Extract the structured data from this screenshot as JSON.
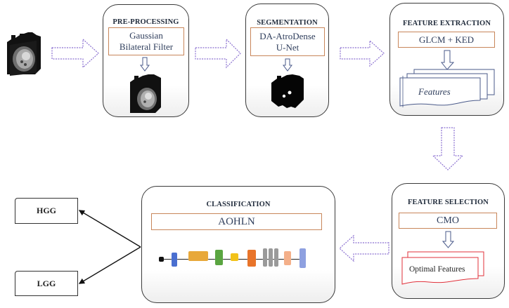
{
  "input": {
    "icon": "mri-volume-stack"
  },
  "stages": {
    "preprocessing": {
      "title": "PRE-PROCESSING",
      "method_line1": "Gaussian",
      "method_line2": "Bilateral Filter",
      "output_icon": "mri-volume-stack"
    },
    "segmentation": {
      "title": "SEGMENTATION",
      "method_line1": "DA-AtroDense",
      "method_line2": "U-Net",
      "output_icon": "segmented-mask-volume"
    },
    "feature_extraction": {
      "title": "FEATURE EXTRACTION",
      "method": "GLCM + KED",
      "output": "Features"
    },
    "feature_selection": {
      "title": "FEATURE SELECTION",
      "method": "CMO",
      "output": "Optimal Features"
    },
    "classification": {
      "title": "CLASSIFICATION",
      "method": "AOHLN",
      "network_layers": [
        {
          "type": "input",
          "color": "#111111"
        },
        {
          "type": "conv",
          "color": "#4a6fd0"
        },
        {
          "type": "recurrent",
          "color": "#e8a83a"
        },
        {
          "type": "normalization",
          "color": "#5aa541"
        },
        {
          "type": "activation",
          "color": "#f2c21a"
        },
        {
          "type": "pooling",
          "color": "#e8742a"
        },
        {
          "type": "dense",
          "color": "#9a9a9a"
        },
        {
          "type": "dense",
          "color": "#9a9a9a"
        },
        {
          "type": "dense",
          "color": "#9a9a9a"
        },
        {
          "type": "dropout",
          "color": "#f4b08a"
        },
        {
          "type": "classification",
          "color": "#8ea0e0"
        }
      ]
    }
  },
  "outputs": {
    "class_1": "HGG",
    "class_2": "LGG"
  },
  "colors": {
    "flow_arrow": "#8a6fd0",
    "method_border": "#c8865a",
    "selection_border": "#e0303a"
  }
}
